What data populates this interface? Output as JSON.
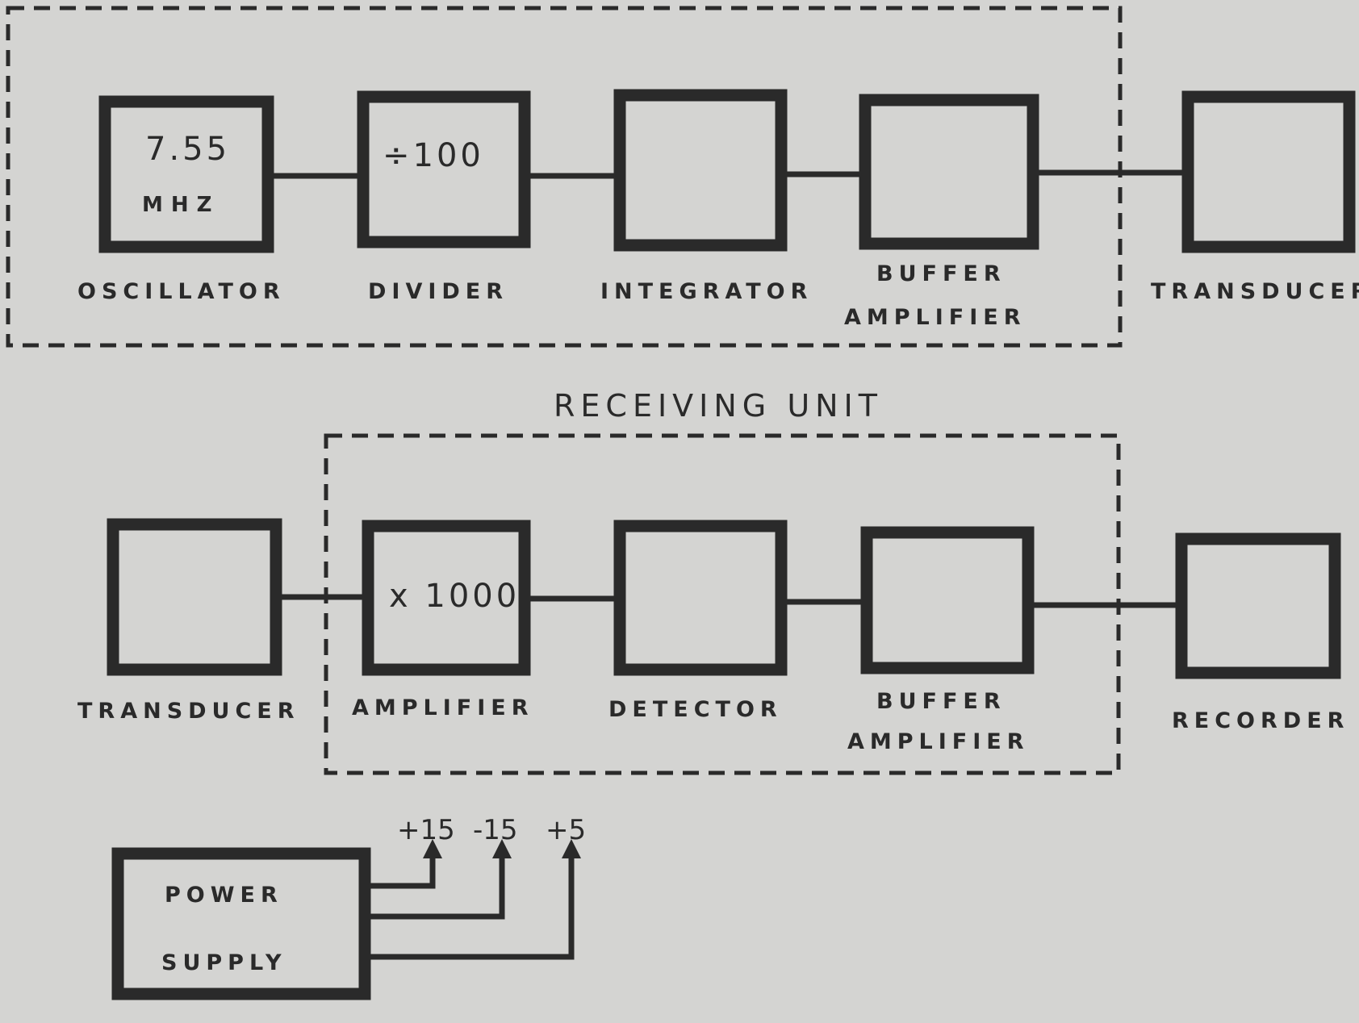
{
  "transmitter": {
    "oscillator": {
      "value": "7.55",
      "unit": "MHZ",
      "label": "OSCILLATOR"
    },
    "divider": {
      "value": "÷100",
      "label": "DIVIDER"
    },
    "integrator": {
      "label": "INTEGRATOR"
    },
    "buffer_amplifier": {
      "label_line1": "BUFFER",
      "label_line2": "AMPLIFIER"
    },
    "transducer": {
      "label": "TRANSDUCER"
    }
  },
  "receiving_unit": {
    "title": "RECEIVING UNIT",
    "transducer": {
      "label": "TRANSDUCER"
    },
    "amplifier": {
      "value": "x 1000",
      "label": "AMPLIFIER"
    },
    "detector": {
      "label": "DETECTOR"
    },
    "buffer_amplifier": {
      "label_line1": "BUFFER",
      "label_line2": "AMPLIFIER"
    },
    "recorder": {
      "label": "RECORDER"
    }
  },
  "power_supply": {
    "label_line1": "POWER",
    "label_line2": "SUPPLY",
    "outputs": [
      "+15",
      "-15",
      "+5"
    ]
  }
}
